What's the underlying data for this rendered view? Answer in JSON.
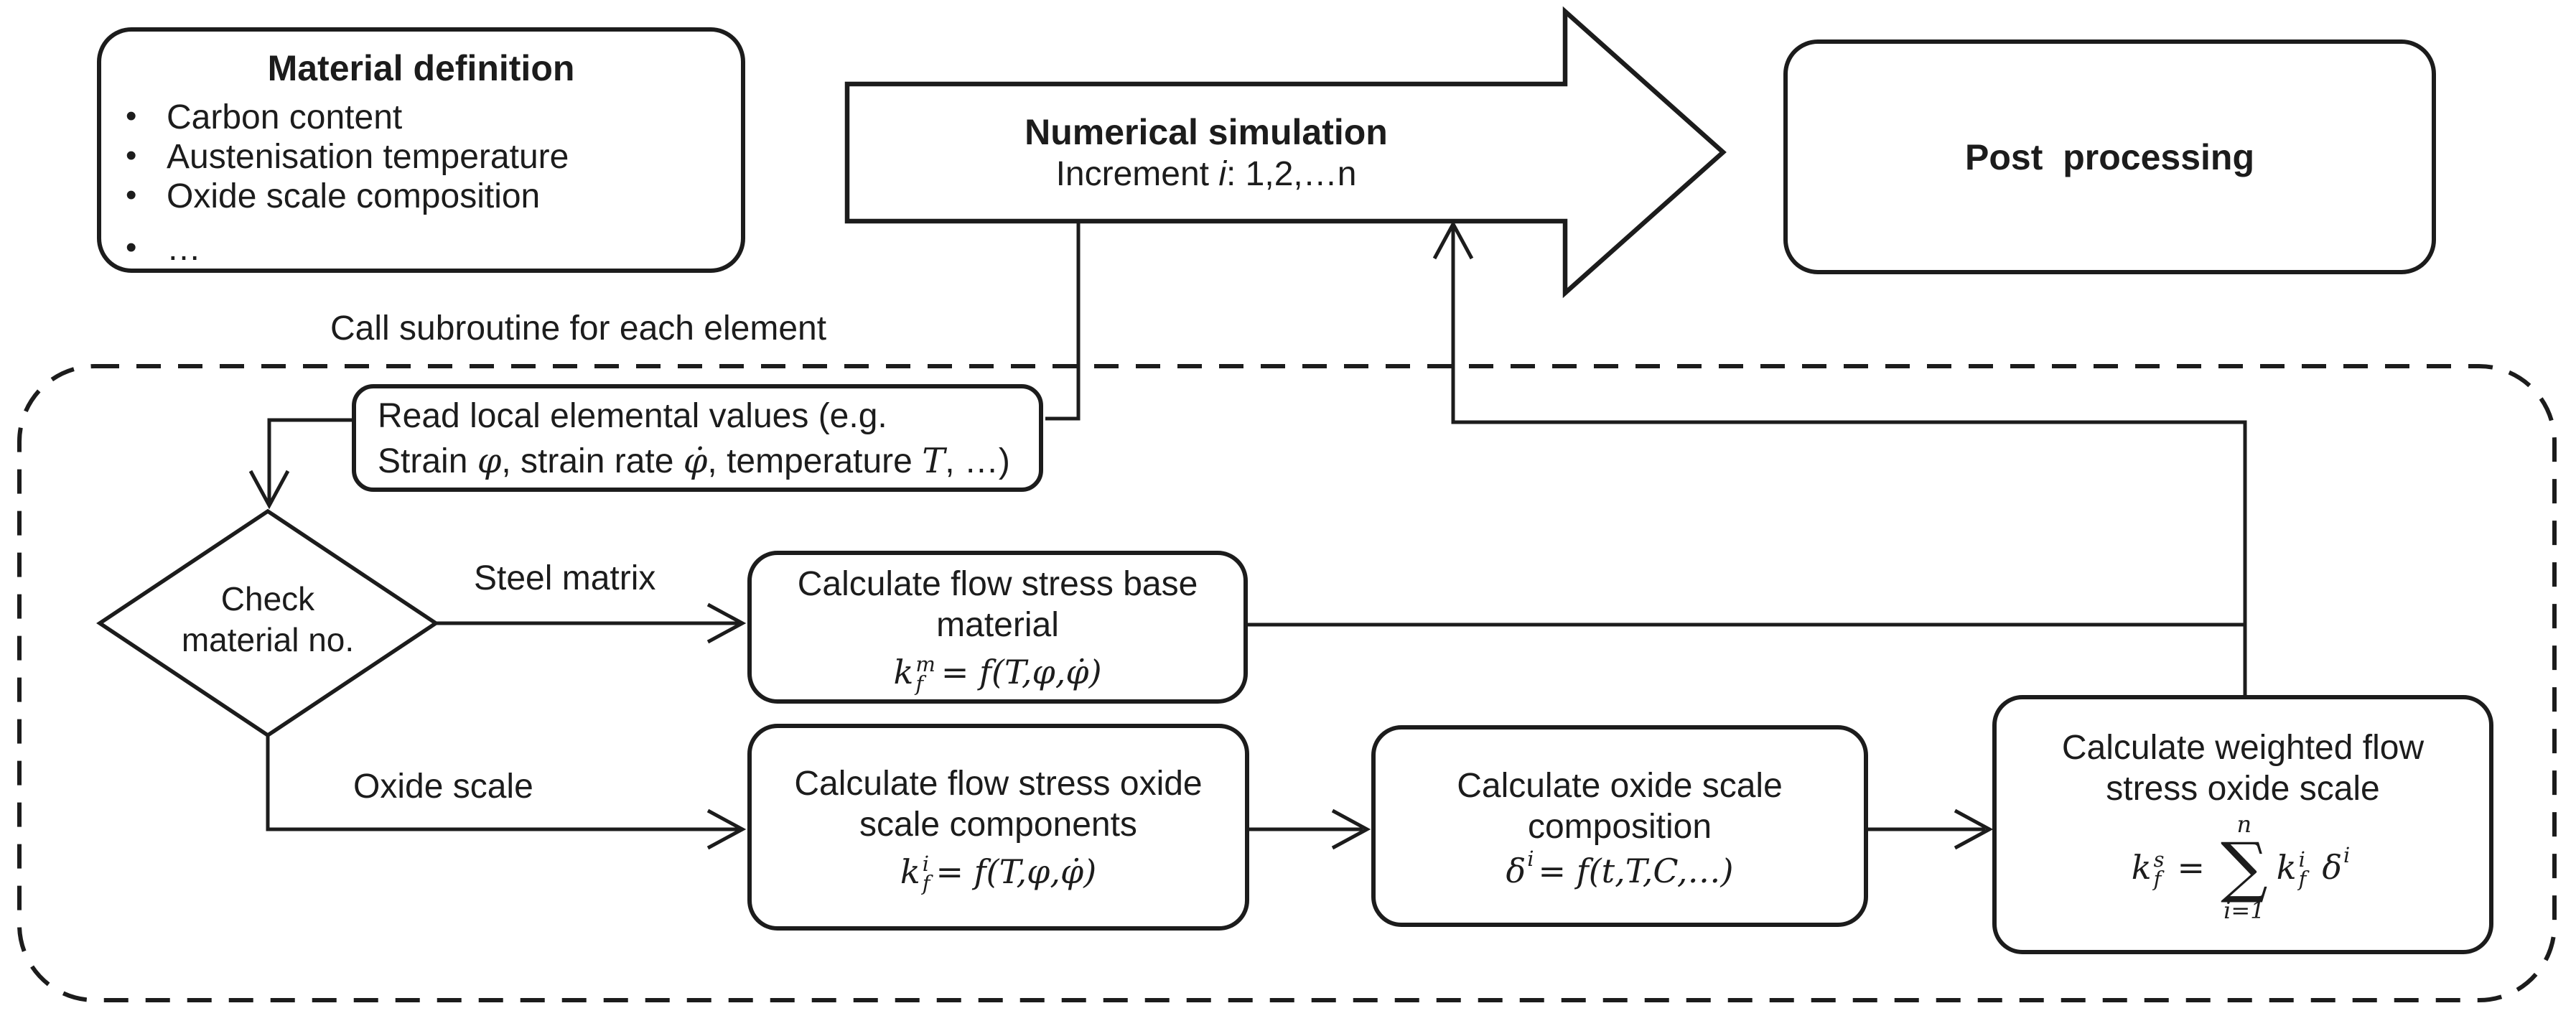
{
  "flowchart": {
    "material_definition": {
      "title": "Material definition",
      "bullets": [
        "Carbon content",
        "Austenisation temperature",
        "Oxide scale composition",
        "…"
      ]
    },
    "numerical_simulation": {
      "title": "Numerical simulation",
      "increment_prefix": "Increment ",
      "increment_var": "i",
      "increment_suffix": ": 1,2,…n"
    },
    "post_processing": {
      "title": "Post processing"
    },
    "call_subroutine_label": "Call subroutine for each element",
    "read_values": {
      "line1": "Read local elemental values (e.g.",
      "line2": {
        "s1": "Strain ",
        "v1": "φ",
        "s2": ", strain rate ",
        "v2": "φ̇",
        "s3": ", temperature ",
        "v3": "T",
        "s4": ", …)"
      }
    },
    "check_material": {
      "line1": "Check",
      "line2": "material no."
    },
    "branch_labels": {
      "steel_matrix": "Steel matrix",
      "oxide_scale": "Oxide scale"
    },
    "flow_stress_base": {
      "line1": "Calculate flow stress base",
      "line2": "material",
      "formula": {
        "base": "k",
        "sup": "m",
        "sub": "f",
        "rhs": "= f(T,φ,φ̇)"
      }
    },
    "flow_stress_oxide": {
      "line1": "Calculate flow stress oxide",
      "line2": "scale components",
      "formula": {
        "base": "k",
        "sup": "i",
        "sub": "f",
        "rhs": "= f(T,φ,φ̇)"
      }
    },
    "oxide_composition": {
      "line1": "Calculate oxide scale",
      "line2": "composition",
      "formula": {
        "base": "δ",
        "sup": "i",
        "rhs": "= f(t,T,C,…)"
      }
    },
    "weighted_flow_stress": {
      "line1": "Calculate weighted flow",
      "line2": "stress oxide scale",
      "formula": {
        "base": "k",
        "sup": "s",
        "sub": "f",
        "eq": "=",
        "sum_top": "n",
        "sum_symbol": "∑",
        "sum_bottom": "i=1",
        "t1_base": "k",
        "t1_sup": "i",
        "t1_sub": "f",
        "t2_base": "δ",
        "t2_sup": "i"
      }
    }
  }
}
